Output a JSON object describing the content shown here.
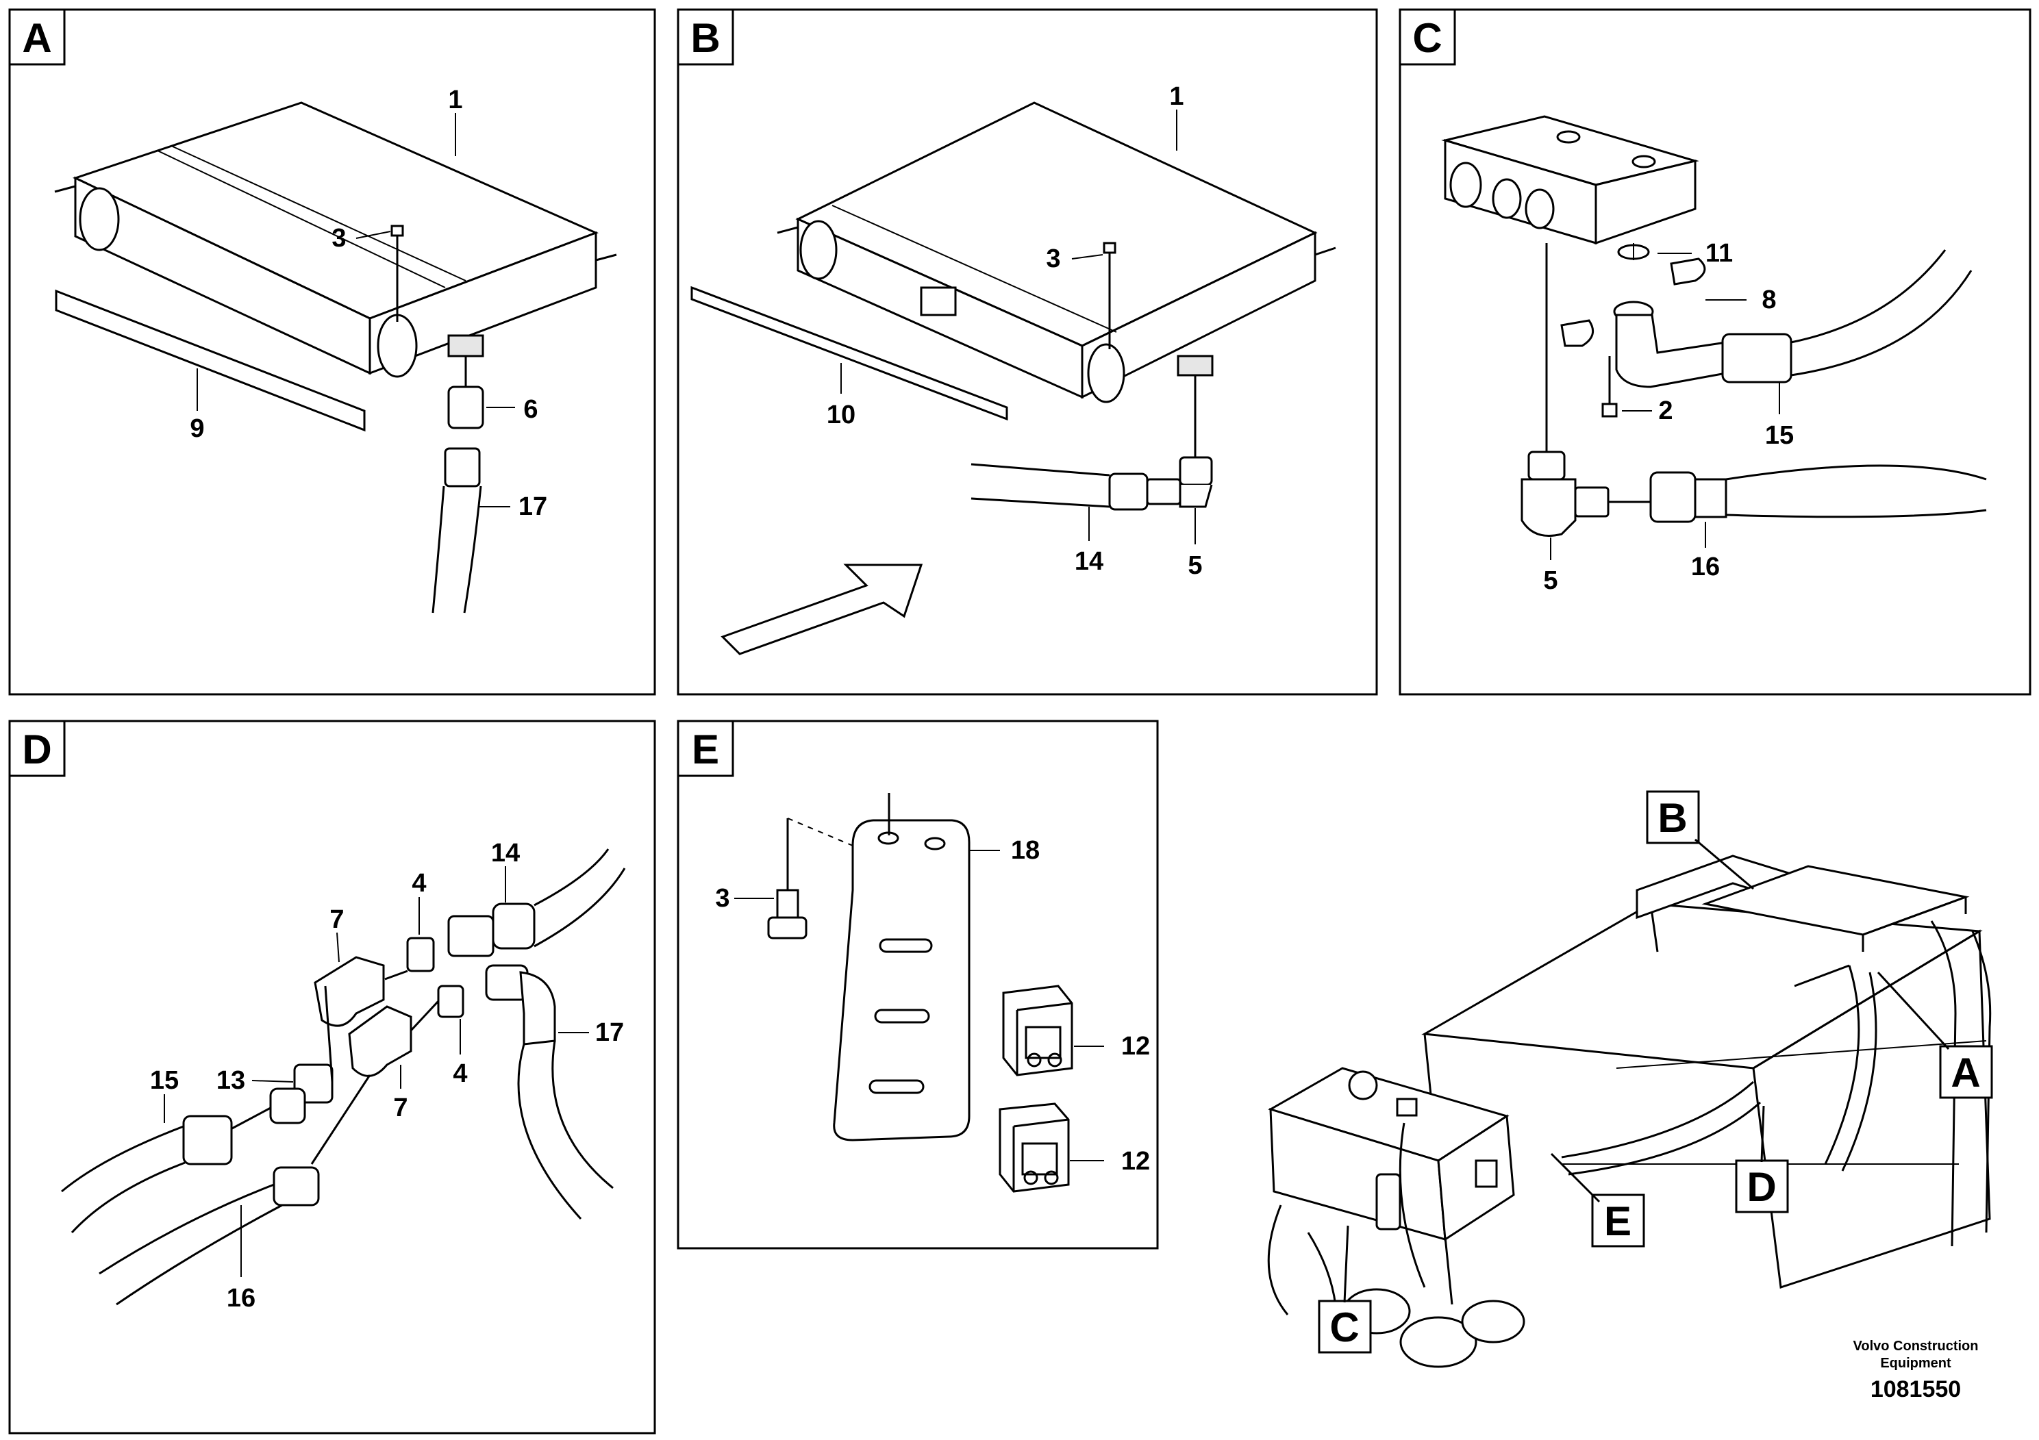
{
  "panels": {
    "A": {
      "letter": "A",
      "labels": {
        "p1": "1",
        "p3": "3",
        "p6": "6",
        "p9": "9",
        "p17": "17"
      }
    },
    "B": {
      "letter": "B",
      "labels": {
        "p1": "1",
        "p3": "3",
        "p10": "10",
        "p14": "14",
        "p5": "5"
      }
    },
    "C": {
      "letter": "C",
      "labels": {
        "p11": "11",
        "p8": "8",
        "p2": "2",
        "p15": "15",
        "p5": "5",
        "p16": "16"
      }
    },
    "D": {
      "letter": "D",
      "labels": {
        "p14": "14",
        "p4a": "4",
        "p7a": "7",
        "p17": "17",
        "p15": "15",
        "p13": "13",
        "p7b": "7",
        "p4b": "4",
        "p16": "16"
      }
    },
    "E": {
      "letter": "E",
      "labels": {
        "p18": "18",
        "p3": "3",
        "p12a": "12",
        "p12b": "12"
      }
    }
  },
  "overview": {
    "callouts": {
      "A": "A",
      "B": "B",
      "C": "C",
      "D": "D",
      "E": "E"
    }
  },
  "footer": {
    "company_line1": "Volvo Construction",
    "company_line2": "Equipment",
    "drawing_number": "1081550"
  }
}
